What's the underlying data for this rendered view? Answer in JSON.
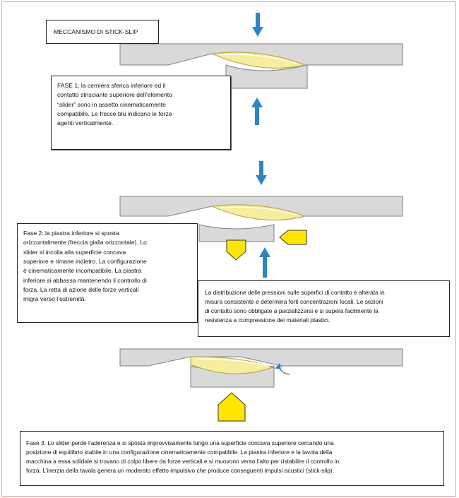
{
  "title": "MECCANISMO DI STICK-SLIP",
  "fase1": {
    "lines": [
      "FASE 1: la cerniera sferica inferiore ed il",
      "contatto strisciante superiore dell’elemento",
      "“slider” sono  in assetto cinematicamente",
      "compatibile. Le frecce blu indicano le forze",
      "agenti verticalmente."
    ]
  },
  "fase2": {
    "lines": [
      "Fase 2: la piastra inferiore si sposta",
      "orizzontalmente (freccia gialla orizzontale). Lo",
      "slider si incolla alla superficie concava",
      "superiore e rimane indietro. La configurazione",
      "è cinematicamente incompatibile. La piastra",
      "inferiore si abbassa mantenendo il controllo di",
      "forza. La retta di azione delle forze verticali",
      "migra verso l’estremità."
    ]
  },
  "pressure_note": {
    "lines": [
      "La distribuzione delle pressioni sulle superfici di contatto è alterata in",
      "misura consistente e determina forti concentrazioni locali. Le sezioni",
      "di contatto sono obbligate a parzializzarsi e si supera facilmente la",
      "resistenza a compressione dei materiali plastici."
    ]
  },
  "fase3": {
    "lines": [
      "Fase 3. Lo slider perde l’aderenza e si sposta improvvisamente lungo una superficie concava superiore cercando una",
      "posizione di equilibrio stabile in una configurazione cinematicamente compatibile. La piastra inferiore e la tavola della",
      "macchina a essa solidale si trovano di colpo libere da forze verticali e si muovono verso l’alto per ristabilire il controllo in",
      "forza. L’inerzia della tavola genera un moderato effetto impulsivo che produce conseguenti impulsi acustici (stick-slip)."
    ]
  },
  "colors": {
    "frame": "#e5a08c",
    "plate_fill": "#d9d9d9",
    "plate_stroke": "#7f7f7f",
    "slider_fill": "#f5eea0",
    "slider_stroke": "#b8a84a",
    "blue_arrow": "#2e86c1",
    "yellow_arrow": "#ffe600",
    "yellow_stroke": "#333333"
  },
  "icons": [
    "arrow-down-icon",
    "arrow-up-icon",
    "arrow-left-icon",
    "pentagon-arrow-down-icon",
    "pentagon-arrow-up-icon"
  ]
}
